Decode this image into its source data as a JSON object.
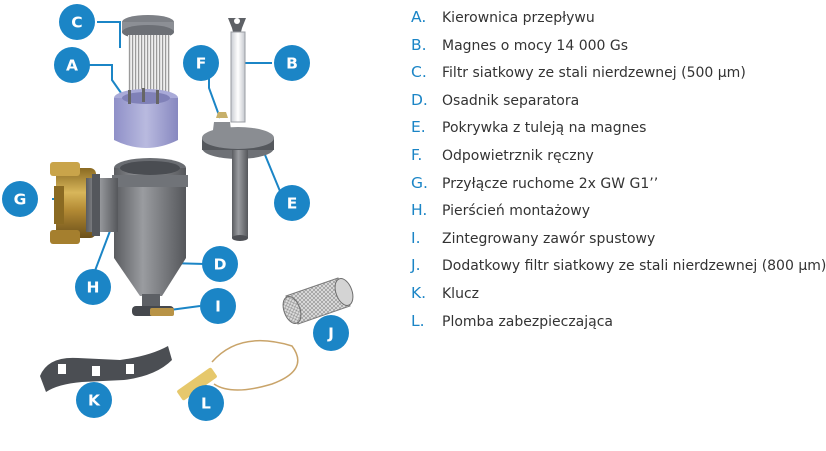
{
  "accent_color": "#1b85c6",
  "legend": {
    "items": [
      {
        "key": "A.",
        "text": "Kierownica przepływu"
      },
      {
        "key": "B.",
        "text": "Magnes o mocy 14 000 Gs"
      },
      {
        "key": "C.",
        "text": "Filtr siatkowy ze stali nierdzewnej (500 µm)"
      },
      {
        "key": "D.",
        "text": "Osadnik separatora"
      },
      {
        "key": "E.",
        "text": "Pokrywka z tuleją na magnes"
      },
      {
        "key": "F.",
        "text": "Odpowietrznik ręczny"
      },
      {
        "key": "G.",
        "text": "Przyłącze ruchome 2x GW G1’’"
      },
      {
        "key": "H.",
        "text": "Pierścień montażowy"
      },
      {
        "key": "I.",
        "text": "Zintegrowany zawór spustowy"
      },
      {
        "key": "J.",
        "text": "Dodatkowy filtr siatkowy ze stali nierdzewnej (800 µm)"
      },
      {
        "key": "K.",
        "text": "Klucz"
      },
      {
        "key": "L.",
        "text": "Plomba zabezpieczająca"
      }
    ]
  },
  "markers": {
    "a": "A",
    "b": "B",
    "c": "C",
    "d": "D",
    "e": "E",
    "f": "F",
    "g": "G",
    "h": "H",
    "i": "I",
    "j": "J",
    "k": "K",
    "l": "L"
  }
}
